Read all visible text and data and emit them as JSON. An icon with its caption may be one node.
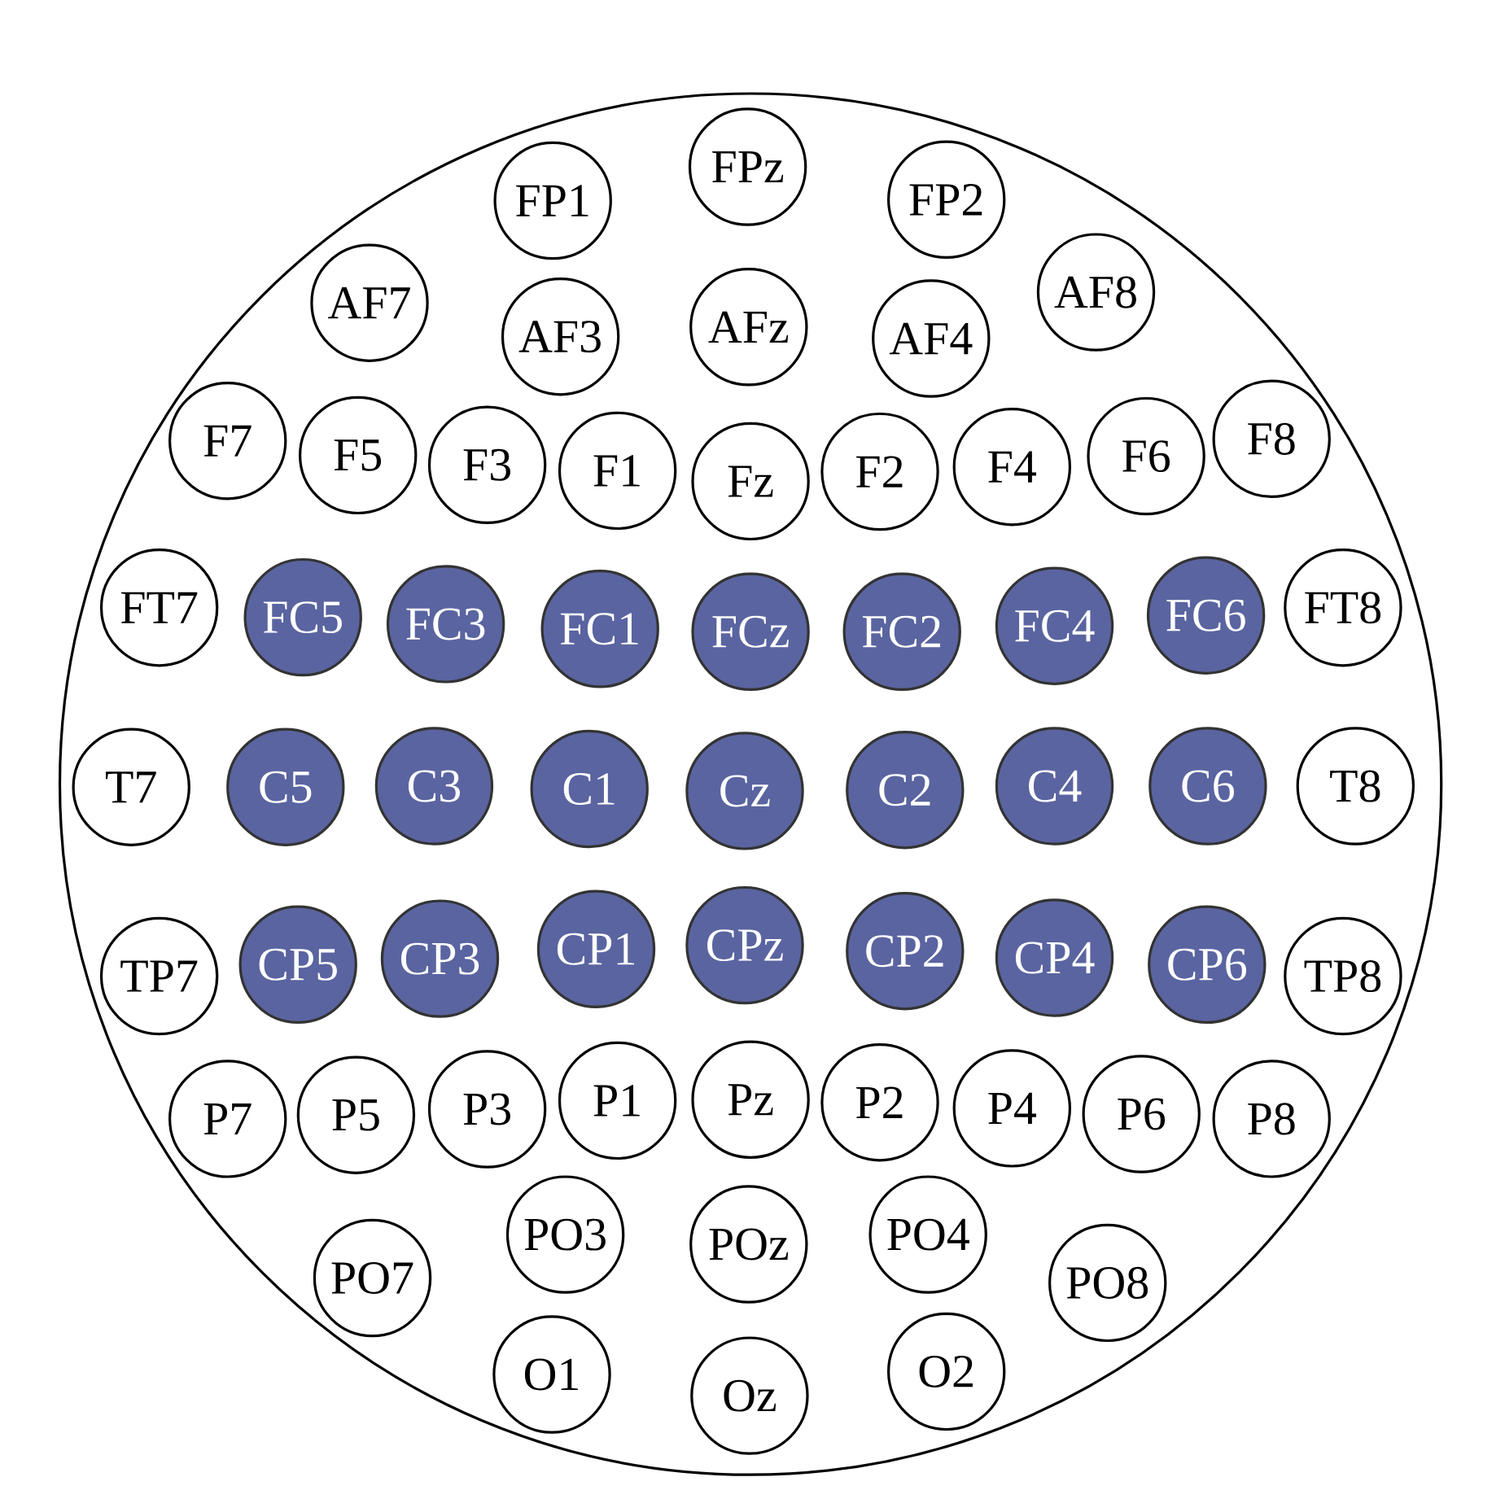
{
  "diagram": {
    "nodes": [
      {
        "text": [],
        "shape": "circle"
      },
      {
        "text": [
          "FP1"
        ],
        "in": 0
      },
      {
        "text": [
          "FPz"
        ],
        "in": 0
      },
      {
        "text": [
          "FP2"
        ],
        "in": 0
      },
      {
        "text": [
          "AF7"
        ],
        "in": 0
      },
      {
        "text": [
          "AF3"
        ],
        "in": 0
      },
      {
        "text": [
          "AFz"
        ],
        "in": 0
      },
      {
        "text": [
          "AF4"
        ],
        "in": 0
      },
      {
        "text": [
          "AF8"
        ],
        "in": 0
      },
      {
        "text": [
          "F7"
        ],
        "in": 0
      },
      {
        "text": [
          "F5"
        ],
        "in": 0
      },
      {
        "text": [
          "F3"
        ],
        "in": 0
      },
      {
        "text": [
          "F1"
        ],
        "in": 0
      },
      {
        "text": [
          "Fz"
        ],
        "in": 0
      },
      {
        "text": [
          "F2"
        ],
        "in": 0
      },
      {
        "text": [
          "F4"
        ],
        "in": 0
      },
      {
        "text": [
          "F6"
        ],
        "in": 0
      },
      {
        "text": [
          "F8"
        ],
        "in": 0
      },
      {
        "text": [
          "FT7"
        ],
        "in": 0
      },
      {
        "text": [
          "FC5"
        ],
        "in": 0
      },
      {
        "text": [
          "FC3"
        ],
        "in": 0
      },
      {
        "text": [
          "FC1"
        ],
        "in": 0
      },
      {
        "text": [
          "FCz"
        ],
        "in": 0
      },
      {
        "text": [
          "FC2"
        ],
        "in": 0
      },
      {
        "text": [
          "FC4"
        ],
        "in": 0
      },
      {
        "text": [
          "FC6"
        ],
        "in": 0
      },
      {
        "text": [
          "FT8"
        ],
        "in": 0
      },
      {
        "text": [
          "T7"
        ],
        "in": 0
      },
      {
        "text": [
          "C5"
        ],
        "in": 0
      },
      {
        "text": [
          "C3"
        ],
        "in": 0
      },
      {
        "text": [
          "C1"
        ],
        "in": 0
      },
      {
        "text": [
          "Cz"
        ],
        "in": 0
      },
      {
        "text": [
          "C2"
        ],
        "in": 0
      },
      {
        "text": [
          "C4"
        ],
        "in": 0
      },
      {
        "text": [
          "C6"
        ],
        "in": 0
      },
      {
        "text": [
          "T8"
        ],
        "in": 0
      },
      {
        "text": [
          "TP7"
        ],
        "in": 0
      },
      {
        "text": [
          "CP5"
        ],
        "in": 0
      },
      {
        "text": [
          "CP3"
        ],
        "in": 0
      },
      {
        "text": [
          "CP1"
        ],
        "in": 0
      },
      {
        "text": [
          "CPz"
        ],
        "in": 0
      },
      {
        "text": [
          "CP2"
        ],
        "in": 0
      },
      {
        "text": [
          "CP4"
        ],
        "in": 0
      },
      {
        "text": [
          "CP6"
        ],
        "in": 0
      },
      {
        "text": [
          "TP8"
        ],
        "in": 0
      },
      {
        "text": [
          "P7"
        ],
        "in": 0
      },
      {
        "text": [
          "P5"
        ],
        "in": 0
      },
      {
        "text": [
          "P3"
        ],
        "in": 0
      },
      {
        "text": [
          "P1"
        ],
        "in": 0
      },
      {
        "text": [
          "Pz"
        ],
        "in": 0
      },
      {
        "text": [
          "P2"
        ],
        "in": 0
      },
      {
        "text": [
          "P4"
        ],
        "in": 0
      },
      {
        "text": [
          "P6"
        ],
        "in": 0
      },
      {
        "text": [
          "P8"
        ],
        "in": 0
      },
      {
        "text": [
          "PO7"
        ],
        "in": 0
      },
      {
        "text": [
          "PO3"
        ],
        "in": 0
      },
      {
        "text": [
          "POz"
        ],
        "in": 0
      },
      {
        "text": [
          "PO4"
        ],
        "in": 0
      },
      {
        "text": [
          "PO8"
        ],
        "in": 0
      },
      {
        "text": [
          "O1"
        ],
        "in": 0
      },
      {
        "text": [
          "Oz"
        ],
        "in": 0
      },
      {
        "text": [
          "O2"
        ],
        "in": 0
      }
    ]
  }
}
